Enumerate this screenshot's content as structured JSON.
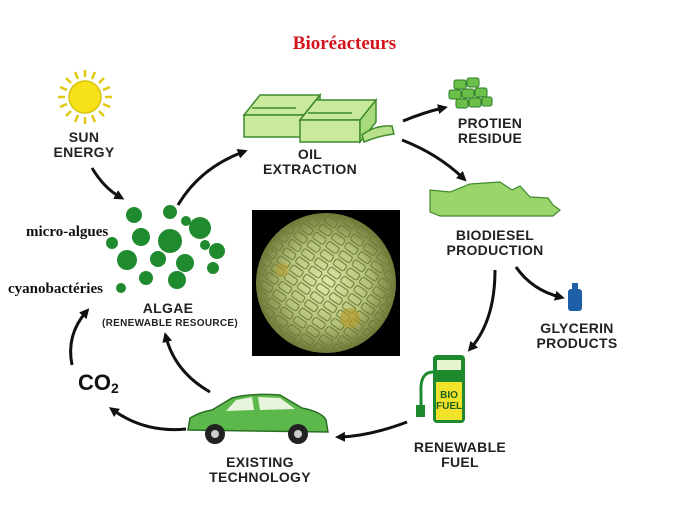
{
  "title": "Bioréacteurs",
  "labels": {
    "sun": [
      "SUN",
      "ENERGY"
    ],
    "oil": [
      "OIL",
      "EXTRACTION"
    ],
    "protein": [
      "PROTIEN",
      "RESIDUE"
    ],
    "biodiesel": [
      "BIODIESEL",
      "PRODUCTION"
    ],
    "glycerin": [
      "GLYCERIN",
      "PRODUCTS"
    ],
    "renewable_fuel": [
      "RENEWABLE",
      "FUEL"
    ],
    "existing_tech": [
      "EXISTING",
      "TECHNOLOGY"
    ],
    "algae": "ALGAE",
    "algae_sub": "(RENEWABLE RESOURCE)",
    "co2_main": "CO",
    "co2_sub": "2",
    "pump_text": [
      "BIO",
      "FUEL"
    ]
  },
  "annotations": {
    "micro_algues": "micro-algues",
    "cyanobacteries": "cyanobactéries"
  },
  "colors": {
    "title": "#d4141b",
    "green_fill": "#7ec850",
    "dark_green": "#1f8a2e",
    "sun": "#f7e21a",
    "pump_yellow": "#f3e22a",
    "bottle_blue": "#1f5fa8"
  },
  "icons": [
    "sun-icon",
    "extraction-tanks-icon",
    "protein-blocks-icon",
    "refinery-icon",
    "glycerin-bottle-icon",
    "fuel-pump-icon",
    "car-icon",
    "algae-cells-icon",
    "microscope-photo"
  ]
}
